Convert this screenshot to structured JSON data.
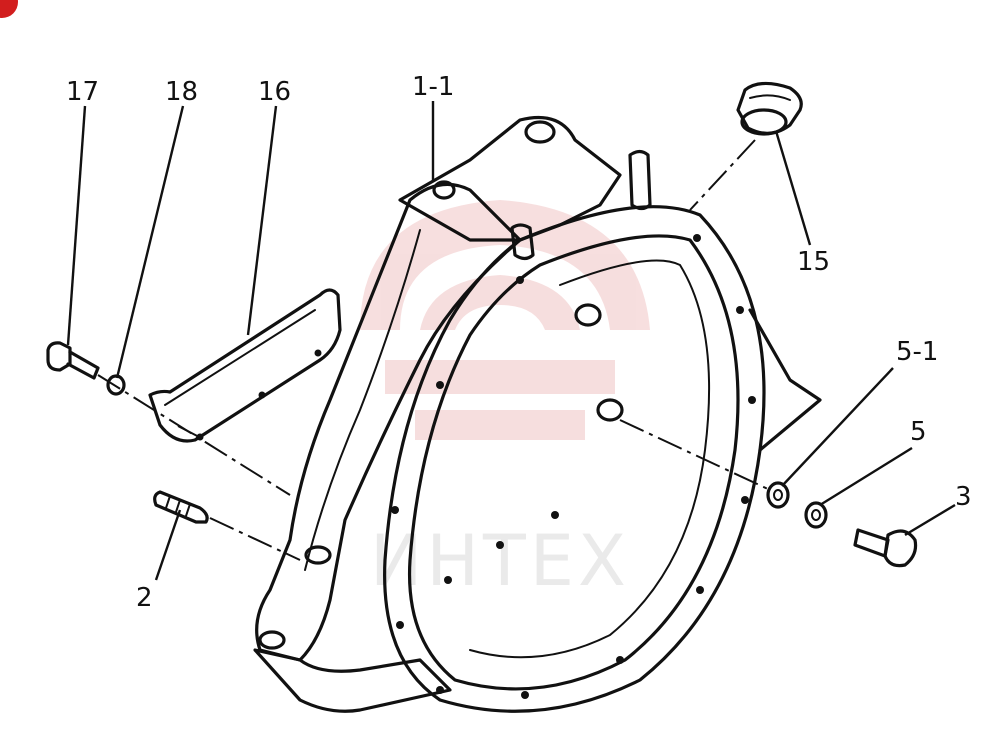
{
  "diagram": {
    "watermark_text": "ИНТЕХ",
    "watermark_color": "#e8b9b9",
    "callouts": [
      "17",
      "18",
      "16",
      "1-1",
      "15",
      "5-1",
      "5",
      "3",
      "2"
    ]
  }
}
